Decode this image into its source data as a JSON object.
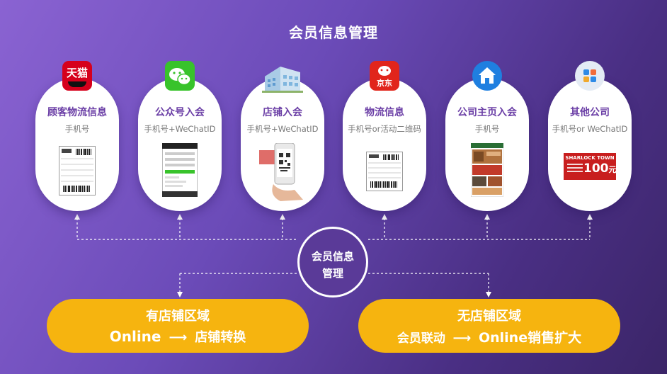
{
  "title": "会员信息管理",
  "cards": [
    {
      "title": "顾客物流信息",
      "sub": "手机号",
      "icon": "tmall-icon",
      "icon_text": "天猫",
      "color": "#d6001c"
    },
    {
      "title": "公众号入会",
      "sub": "手机号+WeChatID",
      "icon": "wechat-icon",
      "color": "#38c32b"
    },
    {
      "title": "店铺入会",
      "sub": "手机号+WeChatID",
      "icon": "store-building-icon",
      "color": "#7fb6de"
    },
    {
      "title": "物流信息",
      "sub": "手机号or活动二维码",
      "icon": "jd-icon",
      "icon_text": "京东",
      "color": "#e1251b"
    },
    {
      "title": "公司主页入会",
      "sub": "手机号",
      "icon": "home-icon",
      "color": "#1f7fe0"
    },
    {
      "title": "其他公司",
      "sub": "手机号or WeChatID",
      "icon": "apps-icon",
      "color": "#dfe7f2"
    }
  ],
  "coupon": {
    "brand": "SHARLOCK TOWN",
    "amount": "100",
    "unit": "元"
  },
  "center": {
    "line1": "会员信息",
    "line2": "管理"
  },
  "pills": [
    {
      "line1": "有店铺区域",
      "from": "Online",
      "to": "店铺转换"
    },
    {
      "line1": "无店铺区域",
      "from": "会员联动",
      "to": "Online销售扩大"
    }
  ]
}
